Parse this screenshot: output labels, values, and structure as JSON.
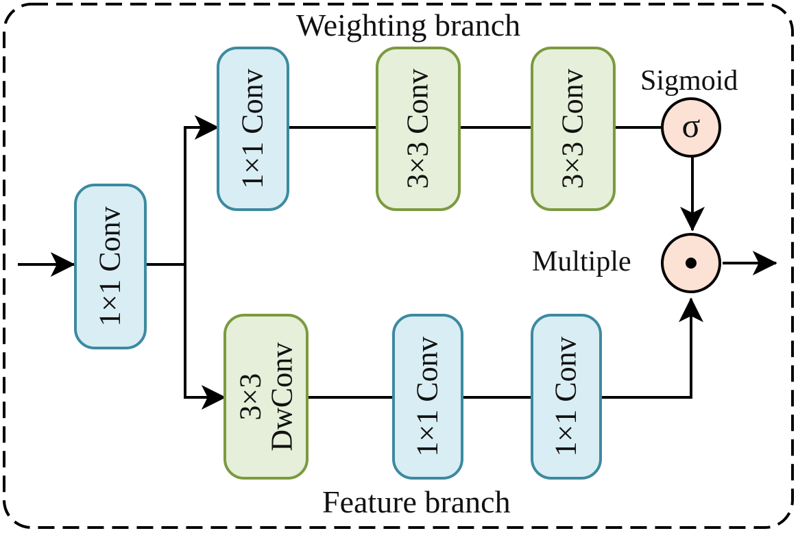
{
  "diagram": {
    "weighting_branch_title": "Weighting branch",
    "feature_branch_title": "Feature branch",
    "sigmoid_label": "Sigmoid",
    "multiple_label": "Multiple",
    "sigmoid_symbol": "σ",
    "input_conv": {
      "label": "1×1 Conv",
      "color": "blue"
    },
    "weighting_branch": [
      {
        "label": "1×1 Conv",
        "color": "blue"
      },
      {
        "label": "3×3 Conv",
        "color": "green"
      },
      {
        "label": "3×3 Conv",
        "color": "green"
      }
    ],
    "feature_branch": [
      {
        "label": "3×3\nDwConv",
        "color": "green"
      },
      {
        "label": "1×1 Conv",
        "color": "blue"
      },
      {
        "label": "1×1 Conv",
        "color": "blue"
      }
    ],
    "colors": {
      "blue_fill": "#d9edf4",
      "blue_border": "#3c8aa0",
      "green_fill": "#e6efd9",
      "green_border": "#7b9a3f",
      "op_fill": "#fce1d5"
    }
  }
}
